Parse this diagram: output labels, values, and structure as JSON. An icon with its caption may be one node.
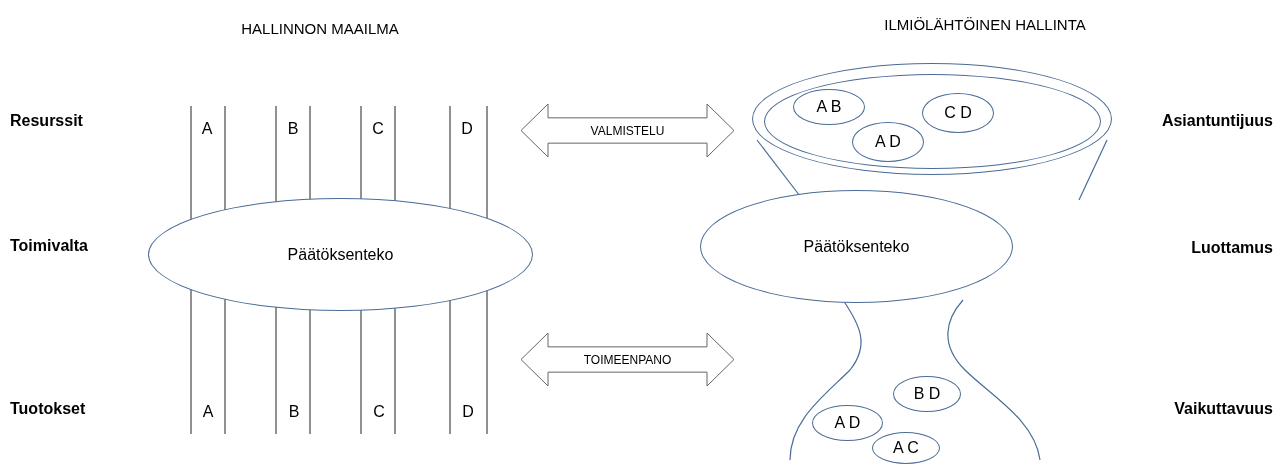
{
  "diagram": {
    "nodes": [
      {
        "text": [],
        "shape": "ellipse"
      },
      {
        "text": [],
        "shape": "ellipse",
        "in": 0
      },
      {
        "text": [
          "A B"
        ],
        "in": 1
      },
      {
        "text": [
          "C D"
        ],
        "in": 1
      },
      {
        "text": [
          "A D"
        ],
        "in": 1
      },
      {
        "text": [
          "VALMISTELU"
        ]
      },
      {
        "text": [
          "Päätöksenteko"
        ]
      },
      {
        "text": [
          "Päätöksenteko"
        ]
      },
      {
        "text": [
          "TOIMEENPANO"
        ]
      },
      {
        "text": [
          "B D"
        ]
      },
      {
        "text": [
          "A D"
        ]
      },
      {
        "text": [
          "A C"
        ]
      }
    ],
    "labels": [
      "HALLINNON MAAILMA",
      "ILMIÖLÄHTÖINEN HALLINTA",
      "Resurssit",
      "A",
      "B",
      "C",
      "D",
      "Asiantuntijuus",
      "Toimivalta",
      "Luottamus",
      "Tuotokset",
      "A",
      "B",
      "C",
      "D",
      "Vaikuttavuus"
    ]
  }
}
